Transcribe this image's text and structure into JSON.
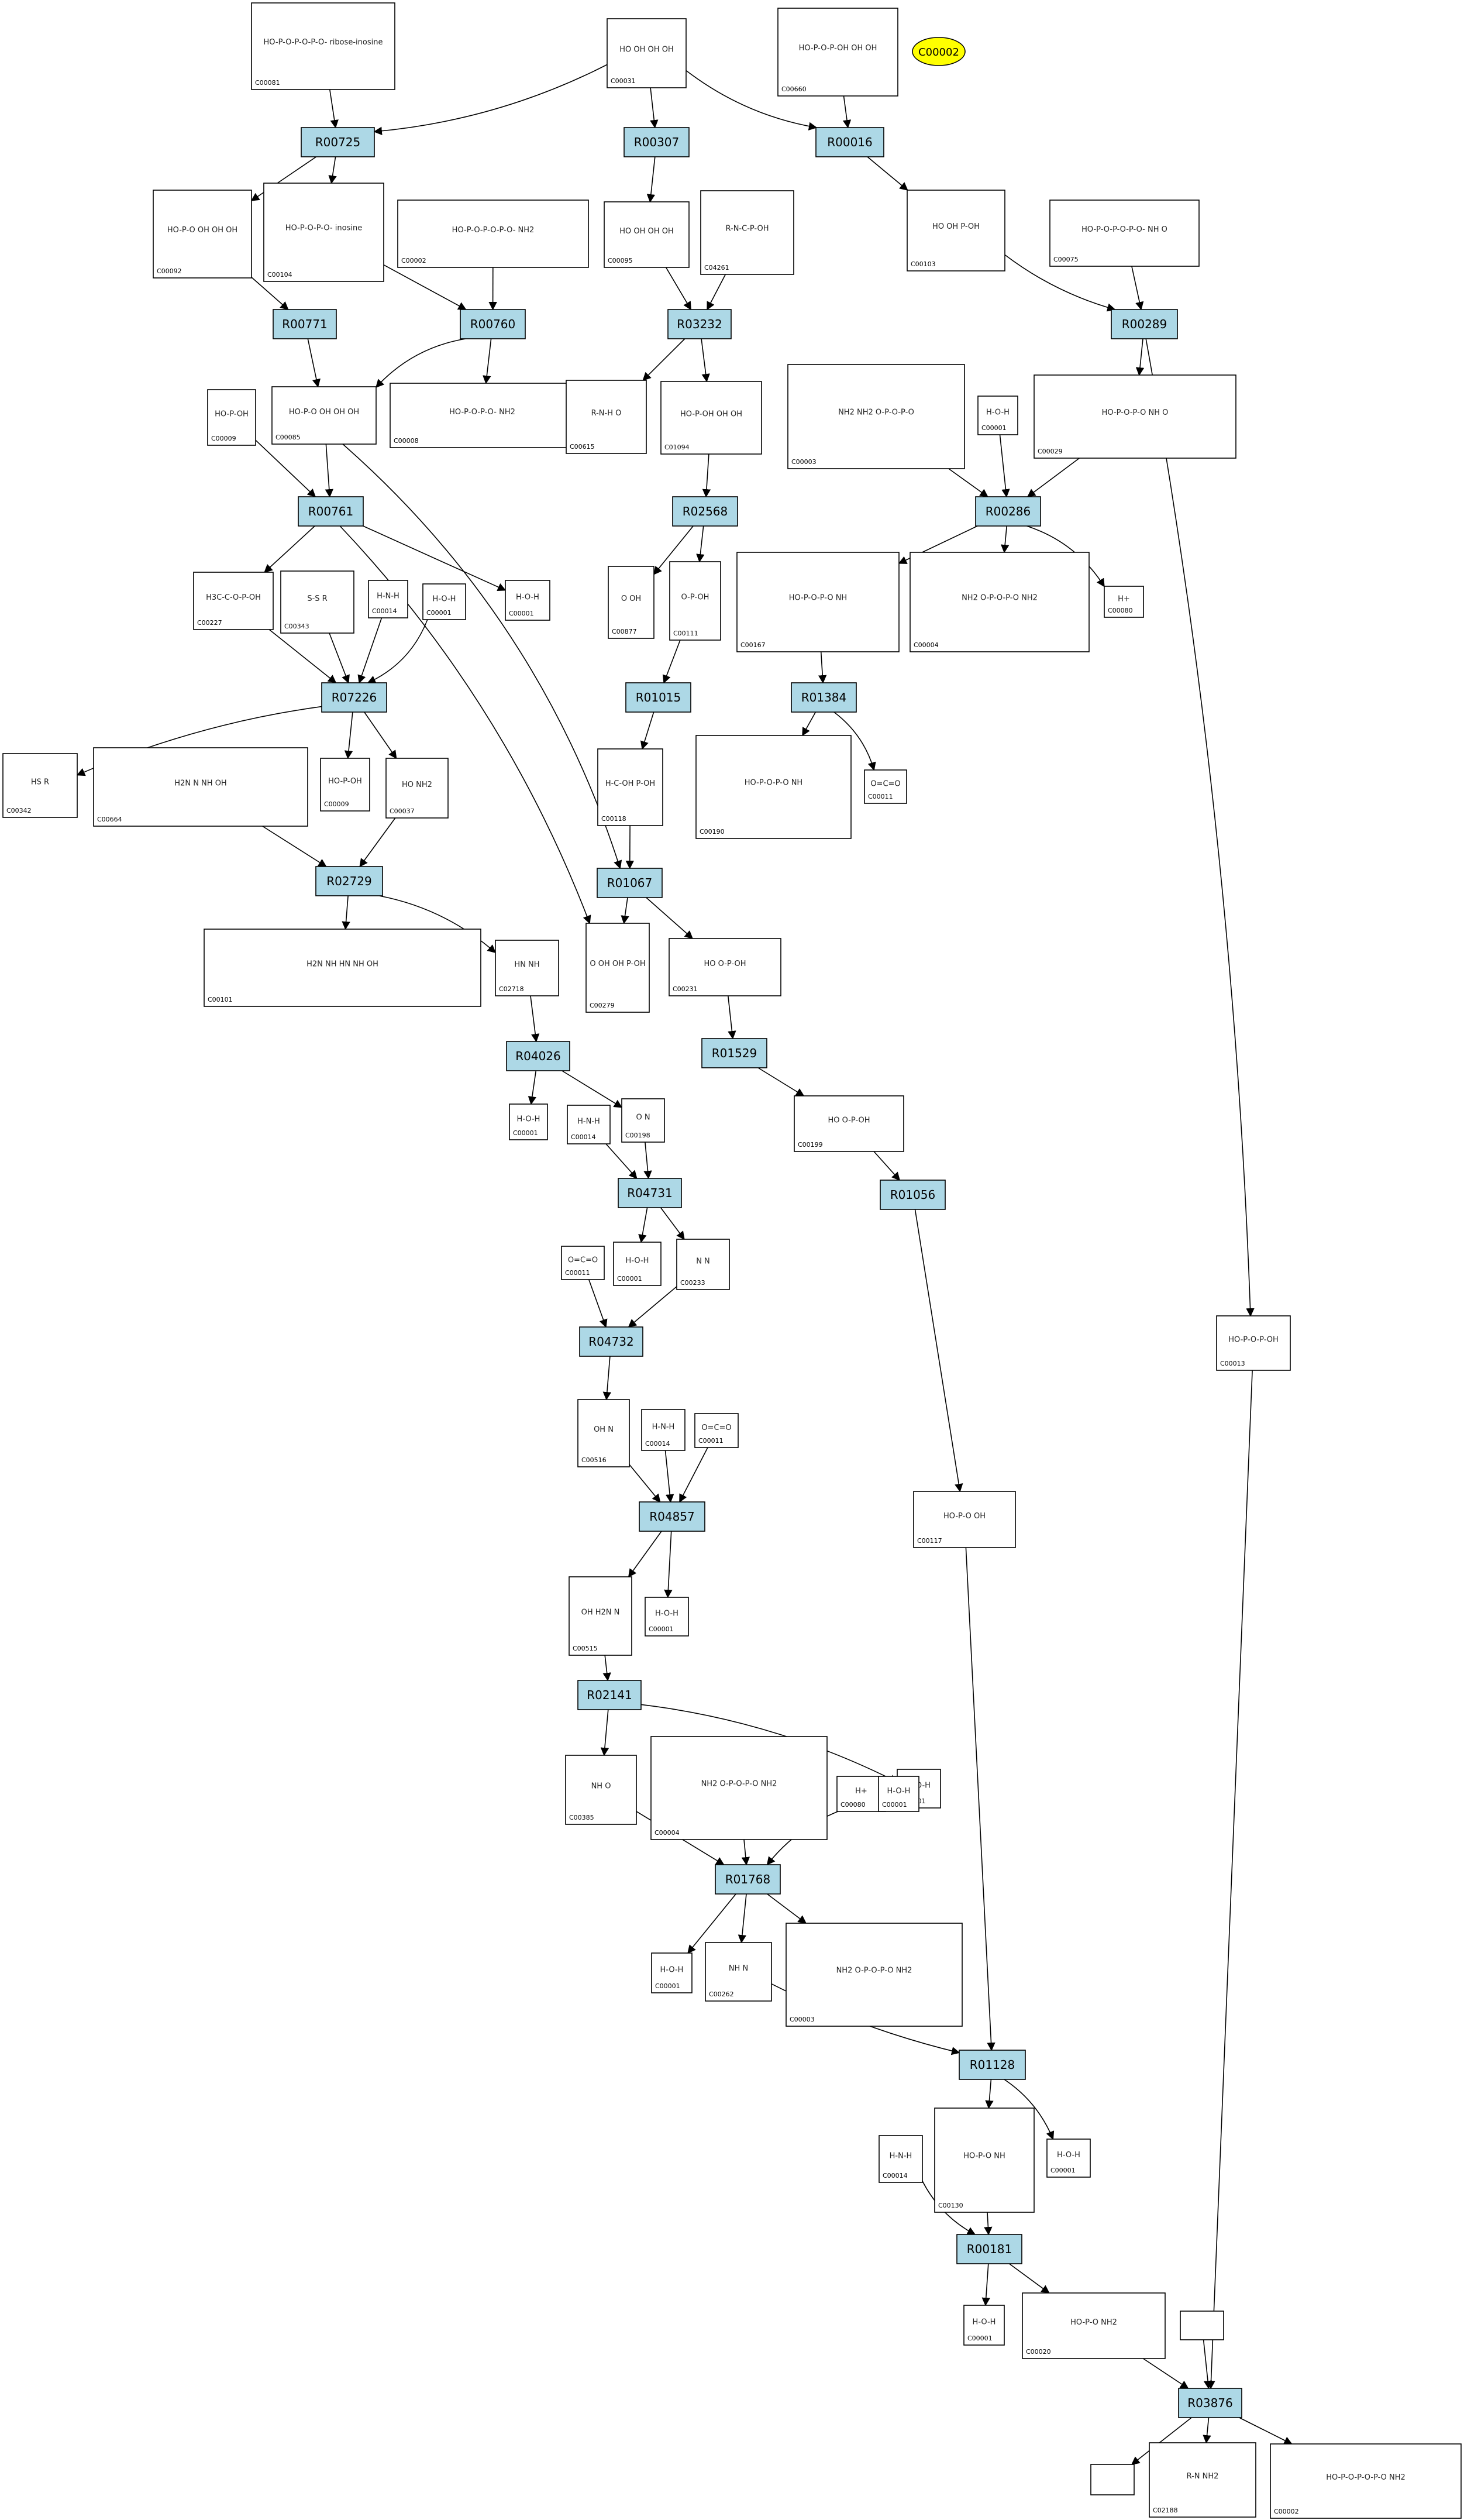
{
  "diagram": {
    "highlight": {
      "label": "C00002",
      "fill": "#ffff00"
    },
    "reaction_fill": "#add8e6",
    "reactions": [
      {
        "id": "r_R00725",
        "label": "R00725"
      },
      {
        "id": "r_R00307",
        "label": "R00307"
      },
      {
        "id": "r_R00016",
        "label": "R00016"
      },
      {
        "id": "r_R00771",
        "label": "R00771"
      },
      {
        "id": "r_R00760",
        "label": "R00760"
      },
      {
        "id": "r_R03232",
        "label": "R03232"
      },
      {
        "id": "r_R00289",
        "label": "R00289"
      },
      {
        "id": "r_R00761",
        "label": "R00761"
      },
      {
        "id": "r_R02568",
        "label": "R02568"
      },
      {
        "id": "r_R00286",
        "label": "R00286"
      },
      {
        "id": "r_R07226",
        "label": "R07226"
      },
      {
        "id": "r_R01015",
        "label": "R01015"
      },
      {
        "id": "r_R01384",
        "label": "R01384"
      },
      {
        "id": "r_R02729",
        "label": "R02729"
      },
      {
        "id": "r_R01067",
        "label": "R01067"
      },
      {
        "id": "r_R04026",
        "label": "R04026"
      },
      {
        "id": "r_R01529",
        "label": "R01529"
      },
      {
        "id": "r_R04731",
        "label": "R04731"
      },
      {
        "id": "r_R01056",
        "label": "R01056"
      },
      {
        "id": "r_R04732",
        "label": "R04732"
      },
      {
        "id": "r_R04857",
        "label": "R04857"
      },
      {
        "id": "r_R02141",
        "label": "R02141"
      },
      {
        "id": "r_R01768",
        "label": "R01768"
      },
      {
        "id": "r_R01128",
        "label": "R01128"
      },
      {
        "id": "r_R00181",
        "label": "R00181"
      },
      {
        "id": "r_R03876",
        "label": "R03876"
      }
    ],
    "compounds": [
      {
        "id": "c_C00081",
        "label": "C00081",
        "structure": "HO-P-O-P-O-P-O- ribose-inosine"
      },
      {
        "id": "c_C00031",
        "label": "C00031",
        "structure": "HO OH OH OH"
      },
      {
        "id": "c_C00660",
        "label": "C00660",
        "structure": "HO-P-O-P-OH OH OH"
      },
      {
        "id": "c_C00092",
        "label": "C00092",
        "structure": "HO-P-O OH OH OH"
      },
      {
        "id": "c_C00104",
        "label": "C00104",
        "structure": "HO-P-O-P-O- inosine"
      },
      {
        "id": "c_C00002a",
        "label": "C00002",
        "structure": "HO-P-O-P-O-P-O- NH2"
      },
      {
        "id": "c_C00095",
        "label": "C00095",
        "structure": "HO OH OH OH"
      },
      {
        "id": "c_C04261",
        "label": "C04261",
        "structure": "R-N-C-P-OH"
      },
      {
        "id": "c_C00103",
        "label": "C00103",
        "structure": "HO OH P-OH"
      },
      {
        "id": "c_C00075",
        "label": "C00075",
        "structure": "HO-P-O-P-O-P-O- NH O"
      },
      {
        "id": "c_C00009a",
        "label": "C00009",
        "structure": "HO-P-OH"
      },
      {
        "id": "c_C00085",
        "label": "C00085",
        "structure": "HO-P-O OH OH OH"
      },
      {
        "id": "c_C00008",
        "label": "C00008",
        "structure": "HO-P-O-P-O- NH2"
      },
      {
        "id": "c_C00615",
        "label": "C00615",
        "structure": "R-N-H O"
      },
      {
        "id": "c_C01094",
        "label": "C01094",
        "structure": "HO-P-OH OH OH"
      },
      {
        "id": "c_C00003a",
        "label": "C00003",
        "structure": "NH2 NH2 O-P-O-P-O"
      },
      {
        "id": "c_C00001a",
        "label": "C00001",
        "structure": "H-O-H"
      },
      {
        "id": "c_C00029",
        "label": "C00029",
        "structure": "HO-P-O-P-O NH O"
      },
      {
        "id": "c_C00227",
        "label": "C00227",
        "structure": "H3C-C-O-P-OH"
      },
      {
        "id": "c_C00343",
        "label": "C00343",
        "structure": "S-S R"
      },
      {
        "id": "c_C00014a",
        "label": "C00014",
        "structure": "H-N-H"
      },
      {
        "id": "c_C00001b",
        "label": "C00001",
        "structure": "H-O-H"
      },
      {
        "id": "c_C00001c",
        "label": "C00001",
        "structure": "H-O-H"
      },
      {
        "id": "c_C00877",
        "label": "C00877",
        "structure": "O OH"
      },
      {
        "id": "c_C00111",
        "label": "C00111",
        "structure": "O-P-OH"
      },
      {
        "id": "c_C00167",
        "label": "C00167",
        "structure": "HO-P-O-P-O NH"
      },
      {
        "id": "c_C00004a",
        "label": "C00004",
        "structure": "NH2 O-P-O-P-O NH2"
      },
      {
        "id": "c_C00080a",
        "label": "C00080",
        "structure": "H+"
      },
      {
        "id": "c_C00342",
        "label": "C00342",
        "structure": "HS R"
      },
      {
        "id": "c_C00664",
        "label": "C00664",
        "structure": "H2N N NH OH"
      },
      {
        "id": "c_C00009b",
        "label": "C00009",
        "structure": "HO-P-OH"
      },
      {
        "id": "c_C00037",
        "label": "C00037",
        "structure": "HO NH2"
      },
      {
        "id": "c_C00118",
        "label": "C00118",
        "structure": "H-C-OH P-OH"
      },
      {
        "id": "c_C00190",
        "label": "C00190",
        "structure": "HO-P-O-P-O NH"
      },
      {
        "id": "c_C00011a",
        "label": "C00011",
        "structure": "O=C=O"
      },
      {
        "id": "c_C00101",
        "label": "C00101",
        "structure": "H2N NH HN NH OH"
      },
      {
        "id": "c_C02718",
        "label": "C02718",
        "structure": "HN NH"
      },
      {
        "id": "c_C00279",
        "label": "C00279",
        "structure": "O OH OH P-OH"
      },
      {
        "id": "c_C00231",
        "label": "C00231",
        "structure": "HO O-P-OH"
      },
      {
        "id": "c_C00001d",
        "label": "C00001",
        "structure": "H-O-H"
      },
      {
        "id": "c_C00014b",
        "label": "C00014",
        "structure": "H-N-H"
      },
      {
        "id": "c_C00198",
        "label": "C00198",
        "structure": "O N"
      },
      {
        "id": "c_C00199",
        "label": "C00199",
        "structure": "HO O-P-OH"
      },
      {
        "id": "c_C00011b",
        "label": "C00011",
        "structure": "O=C=O"
      },
      {
        "id": "c_C00001e",
        "label": "C00001",
        "structure": "H-O-H"
      },
      {
        "id": "c_C00233",
        "label": "C00233",
        "structure": "N N"
      },
      {
        "id": "c_C00516",
        "label": "C00516",
        "structure": "OH N"
      },
      {
        "id": "c_C00014c",
        "label": "C00014",
        "structure": "H-N-H"
      },
      {
        "id": "c_C00011c",
        "label": "C00011",
        "structure": "O=C=O"
      },
      {
        "id": "c_C00001f",
        "label": "C00001",
        "structure": "H-O-H"
      },
      {
        "id": "c_C00117",
        "label": "C00117",
        "structure": "HO-P-O OH"
      },
      {
        "id": "c_C00515",
        "label": "C00515",
        "structure": "OH H2N N"
      },
      {
        "id": "c_C00001g",
        "label": "C00001",
        "structure": "H-O-H"
      },
      {
        "id": "c_C00385",
        "label": "C00385",
        "structure": "NH O"
      },
      {
        "id": "c_C00004b",
        "label": "C00004",
        "structure": "NH2 O-P-O-P-O NH2"
      },
      {
        "id": "c_C00080b",
        "label": "C00080",
        "structure": "H+"
      },
      {
        "id": "c_C00001h",
        "label": "C00001",
        "structure": "H-O-H"
      },
      {
        "id": "c_C00001i",
        "label": "C00001",
        "structure": "H-O-H"
      },
      {
        "id": "c_C00262",
        "label": "C00262",
        "structure": "NH N"
      },
      {
        "id": "c_C00003b",
        "label": "C00003",
        "structure": "NH2 O-P-O-P-O NH2"
      },
      {
        "id": "c_C00001j",
        "label": "C00001",
        "structure": "H-O-H"
      },
      {
        "id": "c_C00014d",
        "label": "C00014",
        "structure": "H-N-H"
      },
      {
        "id": "c_C00130",
        "label": "C00130",
        "structure": "HO-P-O NH"
      },
      {
        "id": "c_C00001k",
        "label": "C00001",
        "structure": "H-O-H"
      },
      {
        "id": "c_C00020",
        "label": "C00020",
        "structure": "HO-P-O NH2"
      },
      {
        "id": "c_C00013",
        "label": "C00013",
        "structure": "HO-P-O-P-OH"
      },
      {
        "id": "c_blank_top",
        "label": "",
        "structure": ""
      },
      {
        "id": "c_blank_bottom",
        "label": "",
        "structure": ""
      },
      {
        "id": "c_C02188",
        "label": "C02188",
        "structure": "R-N NH2"
      },
      {
        "id": "c_C00002b",
        "label": "C00002",
        "structure": "HO-P-O-P-O-P-O NH2"
      }
    ]
  }
}
